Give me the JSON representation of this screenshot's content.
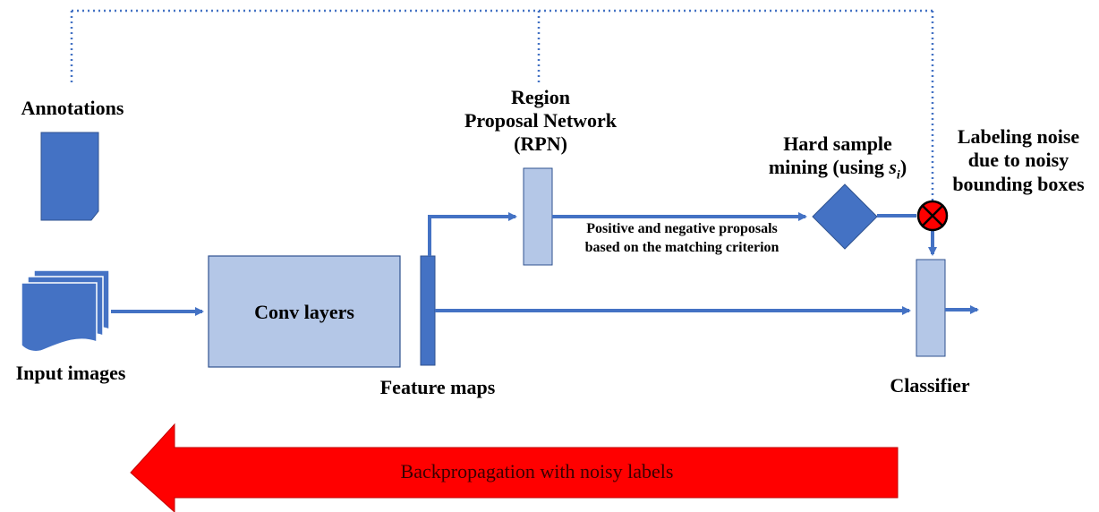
{
  "labels": {
    "annotations": "Annotations",
    "input_images": "Input images",
    "conv_layers": "Conv layers",
    "feature_maps": "Feature maps",
    "rpn_line1": "Region",
    "rpn_line2": "Proposal Network",
    "rpn_line3": "(RPN)",
    "proposals_line1": "Positive and negative proposals",
    "proposals_line2": "based on the matching criterion",
    "hard_sample_line1": "Hard sample",
    "hard_sample_line2_prefix": "mining (using ",
    "hard_sample_var": "s",
    "hard_sample_sub": "i",
    "hard_sample_suffix": ")",
    "noise_line1": "Labeling noise",
    "noise_line2": "due to noisy",
    "noise_line3": "bounding boxes",
    "classifier": "Classifier",
    "backprop": "Backpropagation with noisy labels"
  },
  "colors": {
    "dark_blue": "#4472c4",
    "light_blue": "#b4c7e7",
    "border_blue": "#2f528f",
    "red": "#ff0000",
    "dotted": "#4472c4"
  }
}
